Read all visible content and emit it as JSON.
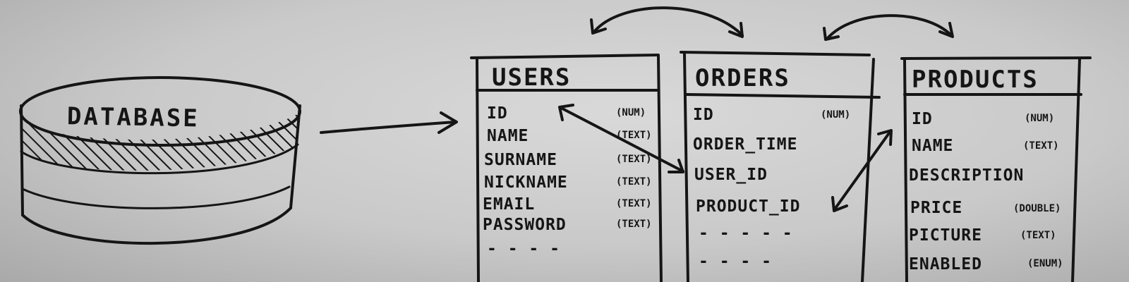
{
  "database": {
    "label": "DATABASE"
  },
  "tables": {
    "users": {
      "title": "USERS",
      "fields": [
        {
          "name": "ID",
          "type": "(NUM)"
        },
        {
          "name": "NAME",
          "type": "(TEXT)"
        },
        {
          "name": "SURNAME",
          "type": "(TEXT)"
        },
        {
          "name": "NICKNAME",
          "type": "(TEXT)"
        },
        {
          "name": "EMAIL",
          "type": "(TEXT)"
        },
        {
          "name": "PASSWORD",
          "type": "(TEXT)"
        }
      ],
      "more": "- - - -"
    },
    "orders": {
      "title": "ORDERS",
      "fields": [
        {
          "name": "ID",
          "type": "(NUM)"
        },
        {
          "name": "ORDER_TIME",
          "type": ""
        },
        {
          "name": "USER_ID",
          "type": ""
        },
        {
          "name": "PRODUCT_ID",
          "type": ""
        }
      ],
      "more": [
        "- - - - -",
        "- - - -"
      ]
    },
    "products": {
      "title": "PRODUCTS",
      "fields": [
        {
          "name": "ID",
          "type": "(NUM)"
        },
        {
          "name": "NAME",
          "type": "(TEXT)"
        },
        {
          "name": "DESCRIPTION",
          "type": ""
        },
        {
          "name": "PRICE",
          "type": "(DOUBLE)"
        },
        {
          "name": "PICTURE",
          "type": "(TEXT)"
        },
        {
          "name": "ENABLED",
          "type": "(ENUM)"
        }
      ]
    }
  }
}
